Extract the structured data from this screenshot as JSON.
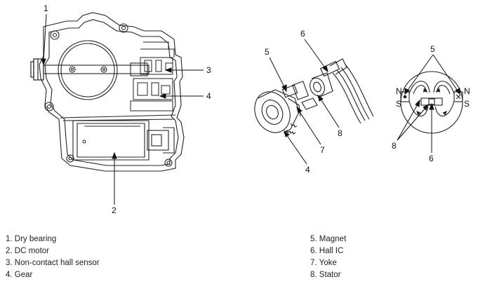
{
  "callouts": {
    "c1": "1",
    "c2": "2",
    "c3": "3",
    "c4": "4",
    "m5": "5",
    "m6": "6",
    "m7": "7",
    "m8": "8",
    "m4": "4",
    "r5": "5",
    "r6": "6",
    "r8": "8",
    "pole_n_left": "N",
    "pole_s_left": "S",
    "pole_n_right": "N",
    "pole_s_right": "S"
  },
  "legend_left": [
    "1. Dry bearing",
    "2. DC motor",
    "3. Non-contact hall sensor",
    "4. Gear"
  ],
  "legend_right": [
    "5. Magnet",
    "6. Hall IC",
    "7. Yoke",
    "8. Stator"
  ]
}
